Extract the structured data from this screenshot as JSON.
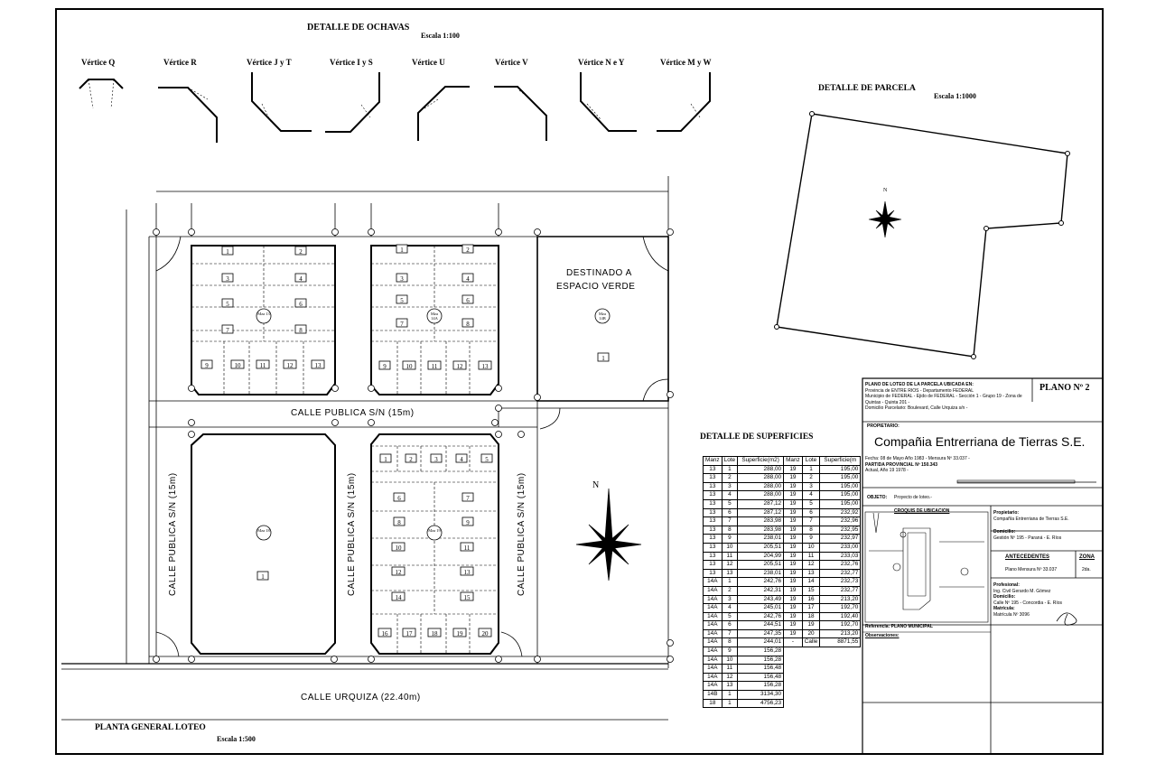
{
  "ochavas": {
    "title": "DETALLE DE OCHAVAS",
    "scale": "Escala 1:100",
    "vertices": [
      "Vértice Q",
      "Vértice R",
      "Vértice J y T",
      "Vértice I y S",
      "Vértice U",
      "Vértice V",
      "Vértice N e Y",
      "Vértice M y W"
    ]
  },
  "parcela": {
    "title": "DETALLE DE PARCELA",
    "scale": "Escala 1:1000"
  },
  "plan": {
    "title": "PLANTA GENERAL LOTEO",
    "scale": "Escala 1:500",
    "espacio_verde": [
      "DESTINADO A",
      "ESPACIO VERDE"
    ],
    "calle_publica_h": "CALLE PUBLICA S/N (15m)",
    "calle_publica_v": "CALLE PUBLICA S/N (15m)",
    "calle_urquiza": "CALLE URQUIZA (22.40m)",
    "manzanas": [
      {
        "id": "13",
        "label": "Mza 13"
      },
      {
        "id": "14A",
        "label": "Mza 14A"
      },
      {
        "id": "14B",
        "label": "Mza 14B"
      },
      {
        "id": "18",
        "label": "Mza 18"
      },
      {
        "id": "19",
        "label": "Mza 19"
      }
    ],
    "north": "N"
  },
  "superficies": {
    "title": "DETALLE DE SUPERFICIES",
    "headers": [
      "Manz",
      "Lote",
      "Superficie(m2)",
      "Manz",
      "Lote",
      "Superficie(m"
    ],
    "left_rows": [
      [
        "13",
        "1",
        "288,00"
      ],
      [
        "13",
        "2",
        "288,00"
      ],
      [
        "13",
        "3",
        "288,00"
      ],
      [
        "13",
        "4",
        "288,00"
      ],
      [
        "13",
        "5",
        "287,12"
      ],
      [
        "13",
        "6",
        "287,12"
      ],
      [
        "13",
        "7",
        "283,98"
      ],
      [
        "13",
        "8",
        "283,98"
      ],
      [
        "13",
        "9",
        "238,01"
      ],
      [
        "13",
        "10",
        "205,51"
      ],
      [
        "13",
        "11",
        "204,99"
      ],
      [
        "13",
        "12",
        "205,51"
      ],
      [
        "13",
        "13",
        "238,01"
      ],
      [
        "14A",
        "1",
        "242,76"
      ],
      [
        "14A",
        "2",
        "242,31"
      ],
      [
        "14A",
        "3",
        "243,49"
      ],
      [
        "14A",
        "4",
        "245,01"
      ],
      [
        "14A",
        "5",
        "242,76"
      ],
      [
        "14A",
        "6",
        "244,51"
      ],
      [
        "14A",
        "7",
        "247,35"
      ],
      [
        "14A",
        "8",
        "244,01"
      ],
      [
        "14A",
        "9",
        "156,28"
      ],
      [
        "14A",
        "10",
        "156,28"
      ],
      [
        "14A",
        "11",
        "156,48"
      ],
      [
        "14A",
        "12",
        "156,48"
      ],
      [
        "14A",
        "13",
        "156,28"
      ],
      [
        "14B",
        "1",
        "3134,30"
      ],
      [
        "18",
        "1",
        "4756,23"
      ]
    ],
    "right_rows": [
      [
        "19",
        "1",
        "195,00"
      ],
      [
        "19",
        "2",
        "195,00"
      ],
      [
        "19",
        "3",
        "195,00"
      ],
      [
        "19",
        "4",
        "195,00"
      ],
      [
        "19",
        "5",
        "195,00"
      ],
      [
        "19",
        "6",
        "232,92"
      ],
      [
        "19",
        "7",
        "232,96"
      ],
      [
        "19",
        "8",
        "232,95"
      ],
      [
        "19",
        "9",
        "232,97"
      ],
      [
        "19",
        "10",
        "233,00"
      ],
      [
        "19",
        "11",
        "233,03"
      ],
      [
        "19",
        "12",
        "232,76"
      ],
      [
        "19",
        "13",
        "232,77"
      ],
      [
        "19",
        "14",
        "232,73"
      ],
      [
        "19",
        "15",
        "232,77"
      ],
      [
        "19",
        "16",
        "213,20"
      ],
      [
        "19",
        "17",
        "192,70"
      ],
      [
        "19",
        "18",
        "192,40"
      ],
      [
        "19",
        "19",
        "192,70"
      ],
      [
        "19",
        "20",
        "213,20"
      ],
      [
        "-",
        "Calle",
        "8871,55"
      ]
    ]
  },
  "title_block": {
    "plano": "PLANO Nº 2",
    "company": "Compañia Entrerriana de Tierras S.E.",
    "propietario_label": "PROPIETARIO:",
    "objeto_label": "OBJETO:",
    "objeto_value": "Proyecto de loteo.-",
    "croquis_label": "CROQUIS DE UBICACION",
    "antecedentes_label": "ANTECEDENTES",
    "zona_label": "ZONA",
    "referencia_label": "Referencia: PLANO MUNICIPAL",
    "observaciones_label": "Observaciones:"
  }
}
